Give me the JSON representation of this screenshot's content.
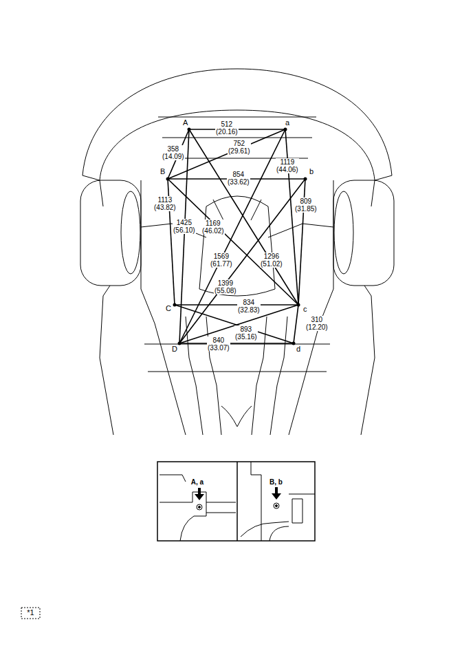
{
  "diagram": {
    "nodes": [
      {
        "text": [
          "A, a"
        ]
      },
      {
        "text": [
          "B, b"
        ]
      },
      {
        "text": [
          "*1"
        ]
      }
    ],
    "labels": [
      "A",
      "a",
      "512 (20.16)",
      "752 (29.61)",
      "358 (14.09)",
      "1119 (44.06)",
      "B",
      "854 (33.62)",
      "b",
      "809 (31.85)",
      "1113 (43.82)",
      "1169 (46.02)",
      "1425 (56.10)",
      "1569 (61.77)",
      "1296 (51.02)",
      "1399 (55.08)",
      "C",
      "834 (32.83)",
      "c",
      "310 (12.20)",
      "893 (35.16)",
      "840 (33.07)",
      "D",
      "d"
    ]
  }
}
